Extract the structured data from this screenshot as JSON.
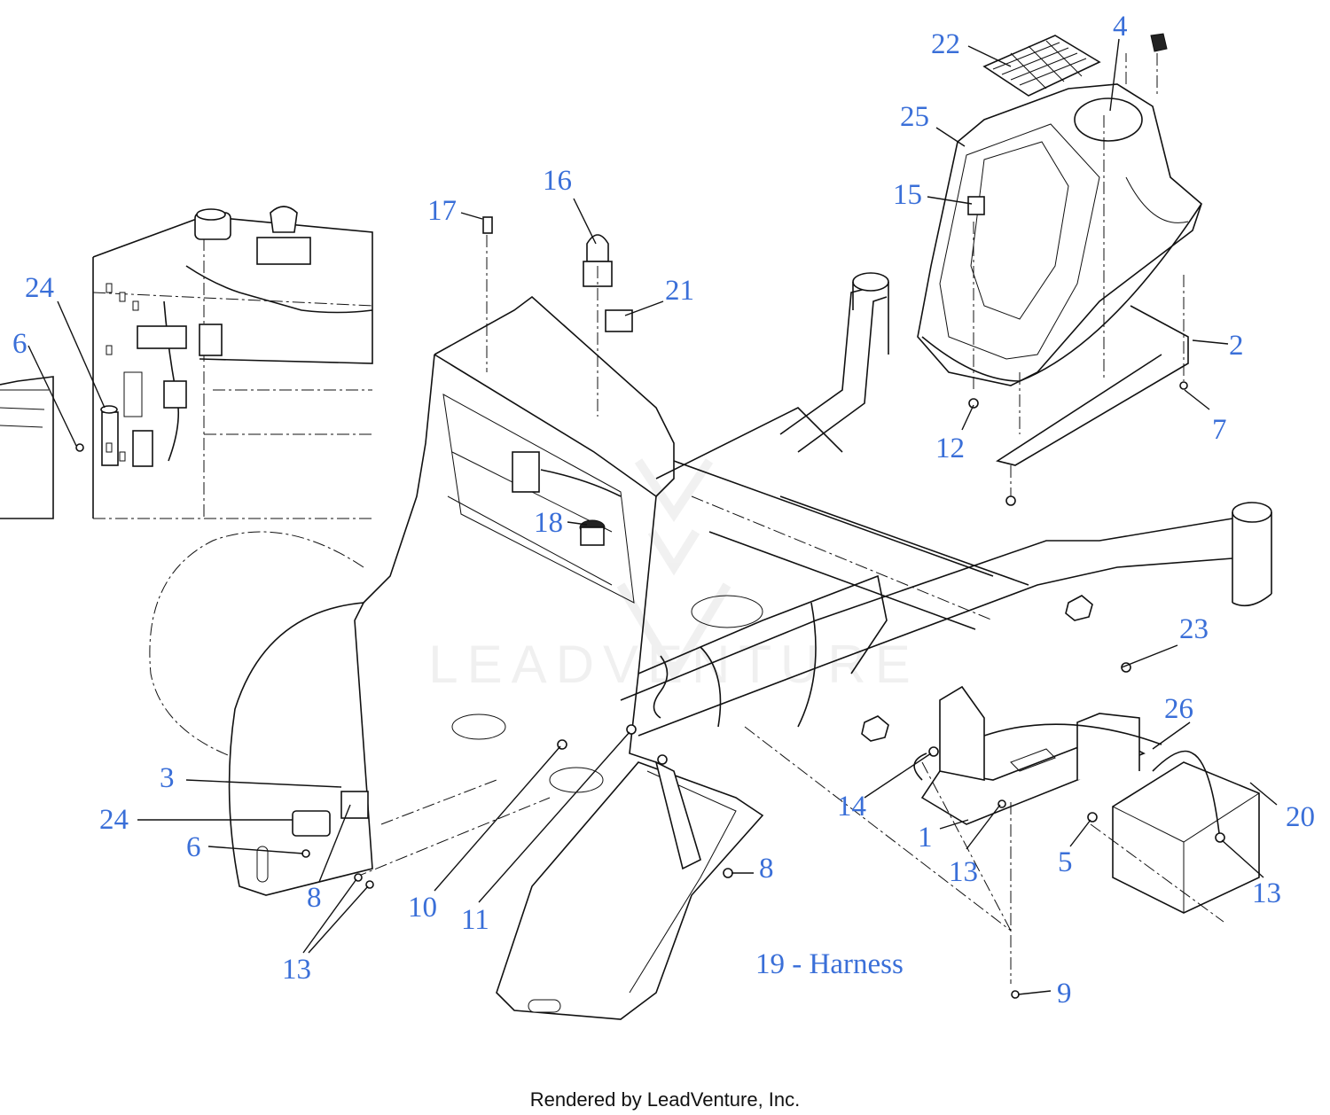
{
  "diagram": {
    "callouts": [
      {
        "id": "c1",
        "text": "1"
      },
      {
        "id": "c2",
        "text": "2"
      },
      {
        "id": "c3",
        "text": "3"
      },
      {
        "id": "c4",
        "text": "4"
      },
      {
        "id": "c5",
        "text": "5"
      },
      {
        "id": "c6a",
        "text": "6"
      },
      {
        "id": "c6b",
        "text": "6"
      },
      {
        "id": "c7",
        "text": "7"
      },
      {
        "id": "c8a",
        "text": "8"
      },
      {
        "id": "c8b",
        "text": "8"
      },
      {
        "id": "c9",
        "text": "9"
      },
      {
        "id": "c10",
        "text": "10"
      },
      {
        "id": "c11",
        "text": "11"
      },
      {
        "id": "c12",
        "text": "12"
      },
      {
        "id": "c13a",
        "text": "13"
      },
      {
        "id": "c13b",
        "text": "13"
      },
      {
        "id": "c13c",
        "text": "13"
      },
      {
        "id": "c14",
        "text": "14"
      },
      {
        "id": "c15",
        "text": "15"
      },
      {
        "id": "c16",
        "text": "16"
      },
      {
        "id": "c17",
        "text": "17"
      },
      {
        "id": "c18",
        "text": "18"
      },
      {
        "id": "c20",
        "text": "20"
      },
      {
        "id": "c21",
        "text": "21"
      },
      {
        "id": "c22",
        "text": "22"
      },
      {
        "id": "c23",
        "text": "23"
      },
      {
        "id": "c24a",
        "text": "24"
      },
      {
        "id": "c24b",
        "text": "24"
      },
      {
        "id": "c25",
        "text": "25"
      },
      {
        "id": "c26",
        "text": "26"
      }
    ],
    "harness_note": "19  - Harness",
    "watermark": "LEADVENTURE",
    "footer": "Rendered by LeadVenture, Inc.",
    "colors": {
      "callout": "#3a6fd8",
      "line": "#111111",
      "background": "#ffffff"
    }
  }
}
